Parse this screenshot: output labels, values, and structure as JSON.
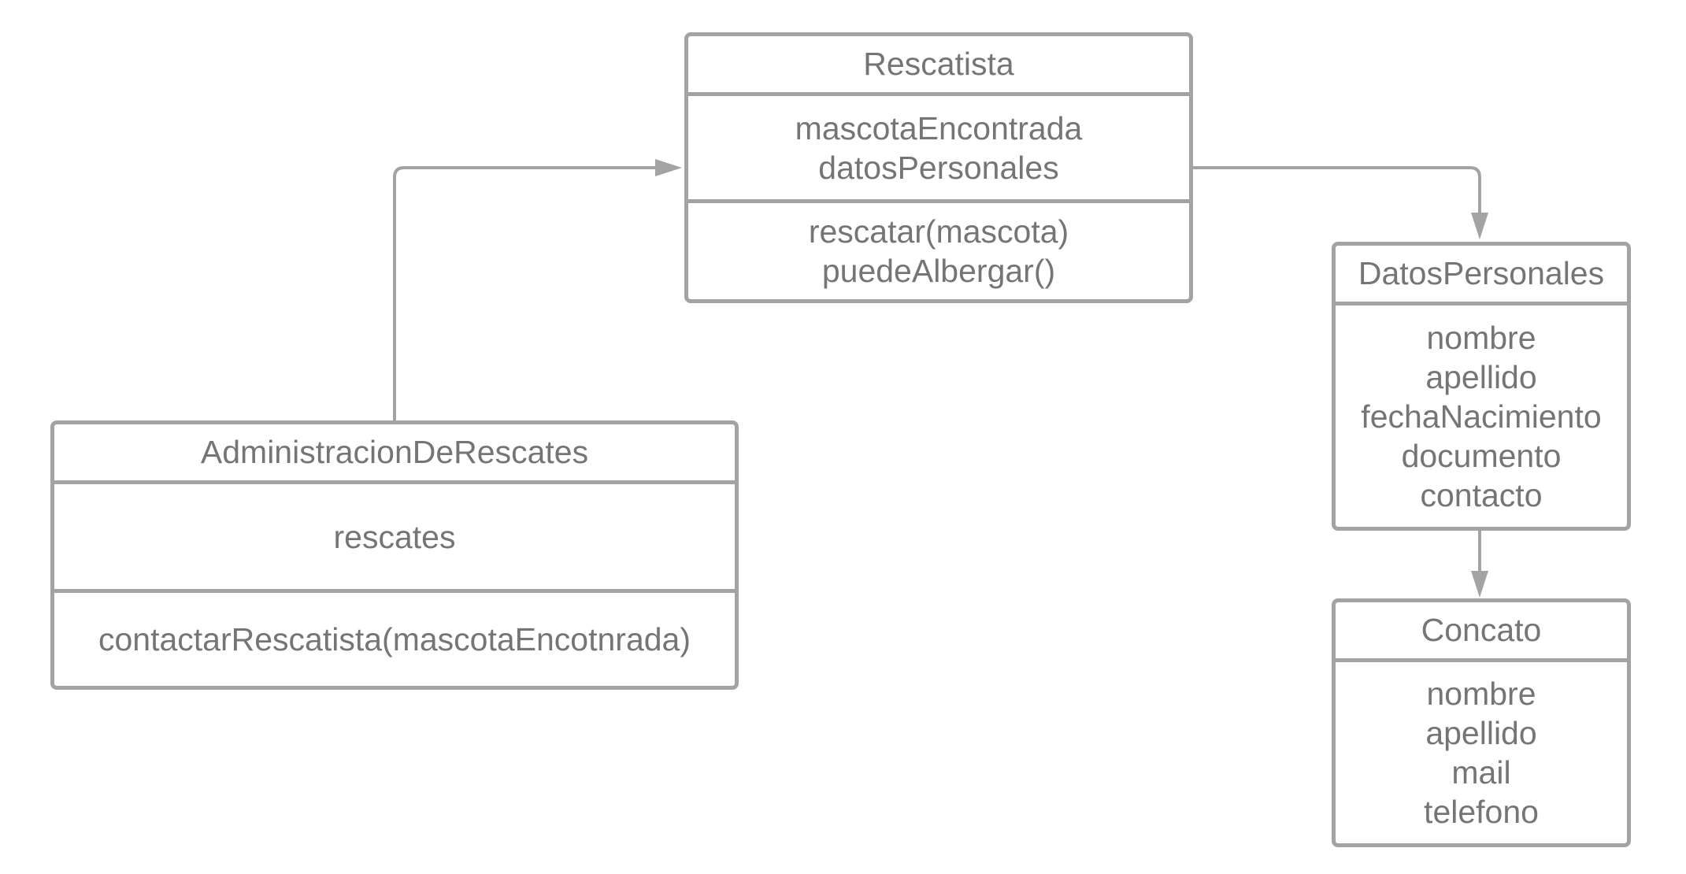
{
  "colors": {
    "line": "#a3a3a3",
    "text": "#757575",
    "background": "#ffffff"
  },
  "classes": {
    "rescatista": {
      "name": "Rescatista",
      "attributes": [
        "mascotaEncontrada",
        "datosPersonales"
      ],
      "methods": [
        "rescatar(mascota)",
        "puedeAlbergar()"
      ]
    },
    "administracion": {
      "name": "AdministracionDeRescates",
      "attributes": [
        "rescates"
      ],
      "methods": [
        "contactarRescatista(mascotaEncotnrada)"
      ]
    },
    "datos_personales": {
      "name": "DatosPersonales",
      "attributes": [
        "nombre",
        "apellido",
        "fechaNacimiento",
        "documento",
        "contacto"
      ]
    },
    "contacto": {
      "name": "Concato",
      "attributes": [
        "nombre",
        "apellido",
        "mail",
        "telefono"
      ]
    }
  },
  "relations": [
    {
      "from": "AdministracionDeRescates",
      "to": "Rescatista"
    },
    {
      "from": "Rescatista",
      "to": "DatosPersonales"
    },
    {
      "from": "DatosPersonales",
      "to": "Concato"
    }
  ]
}
